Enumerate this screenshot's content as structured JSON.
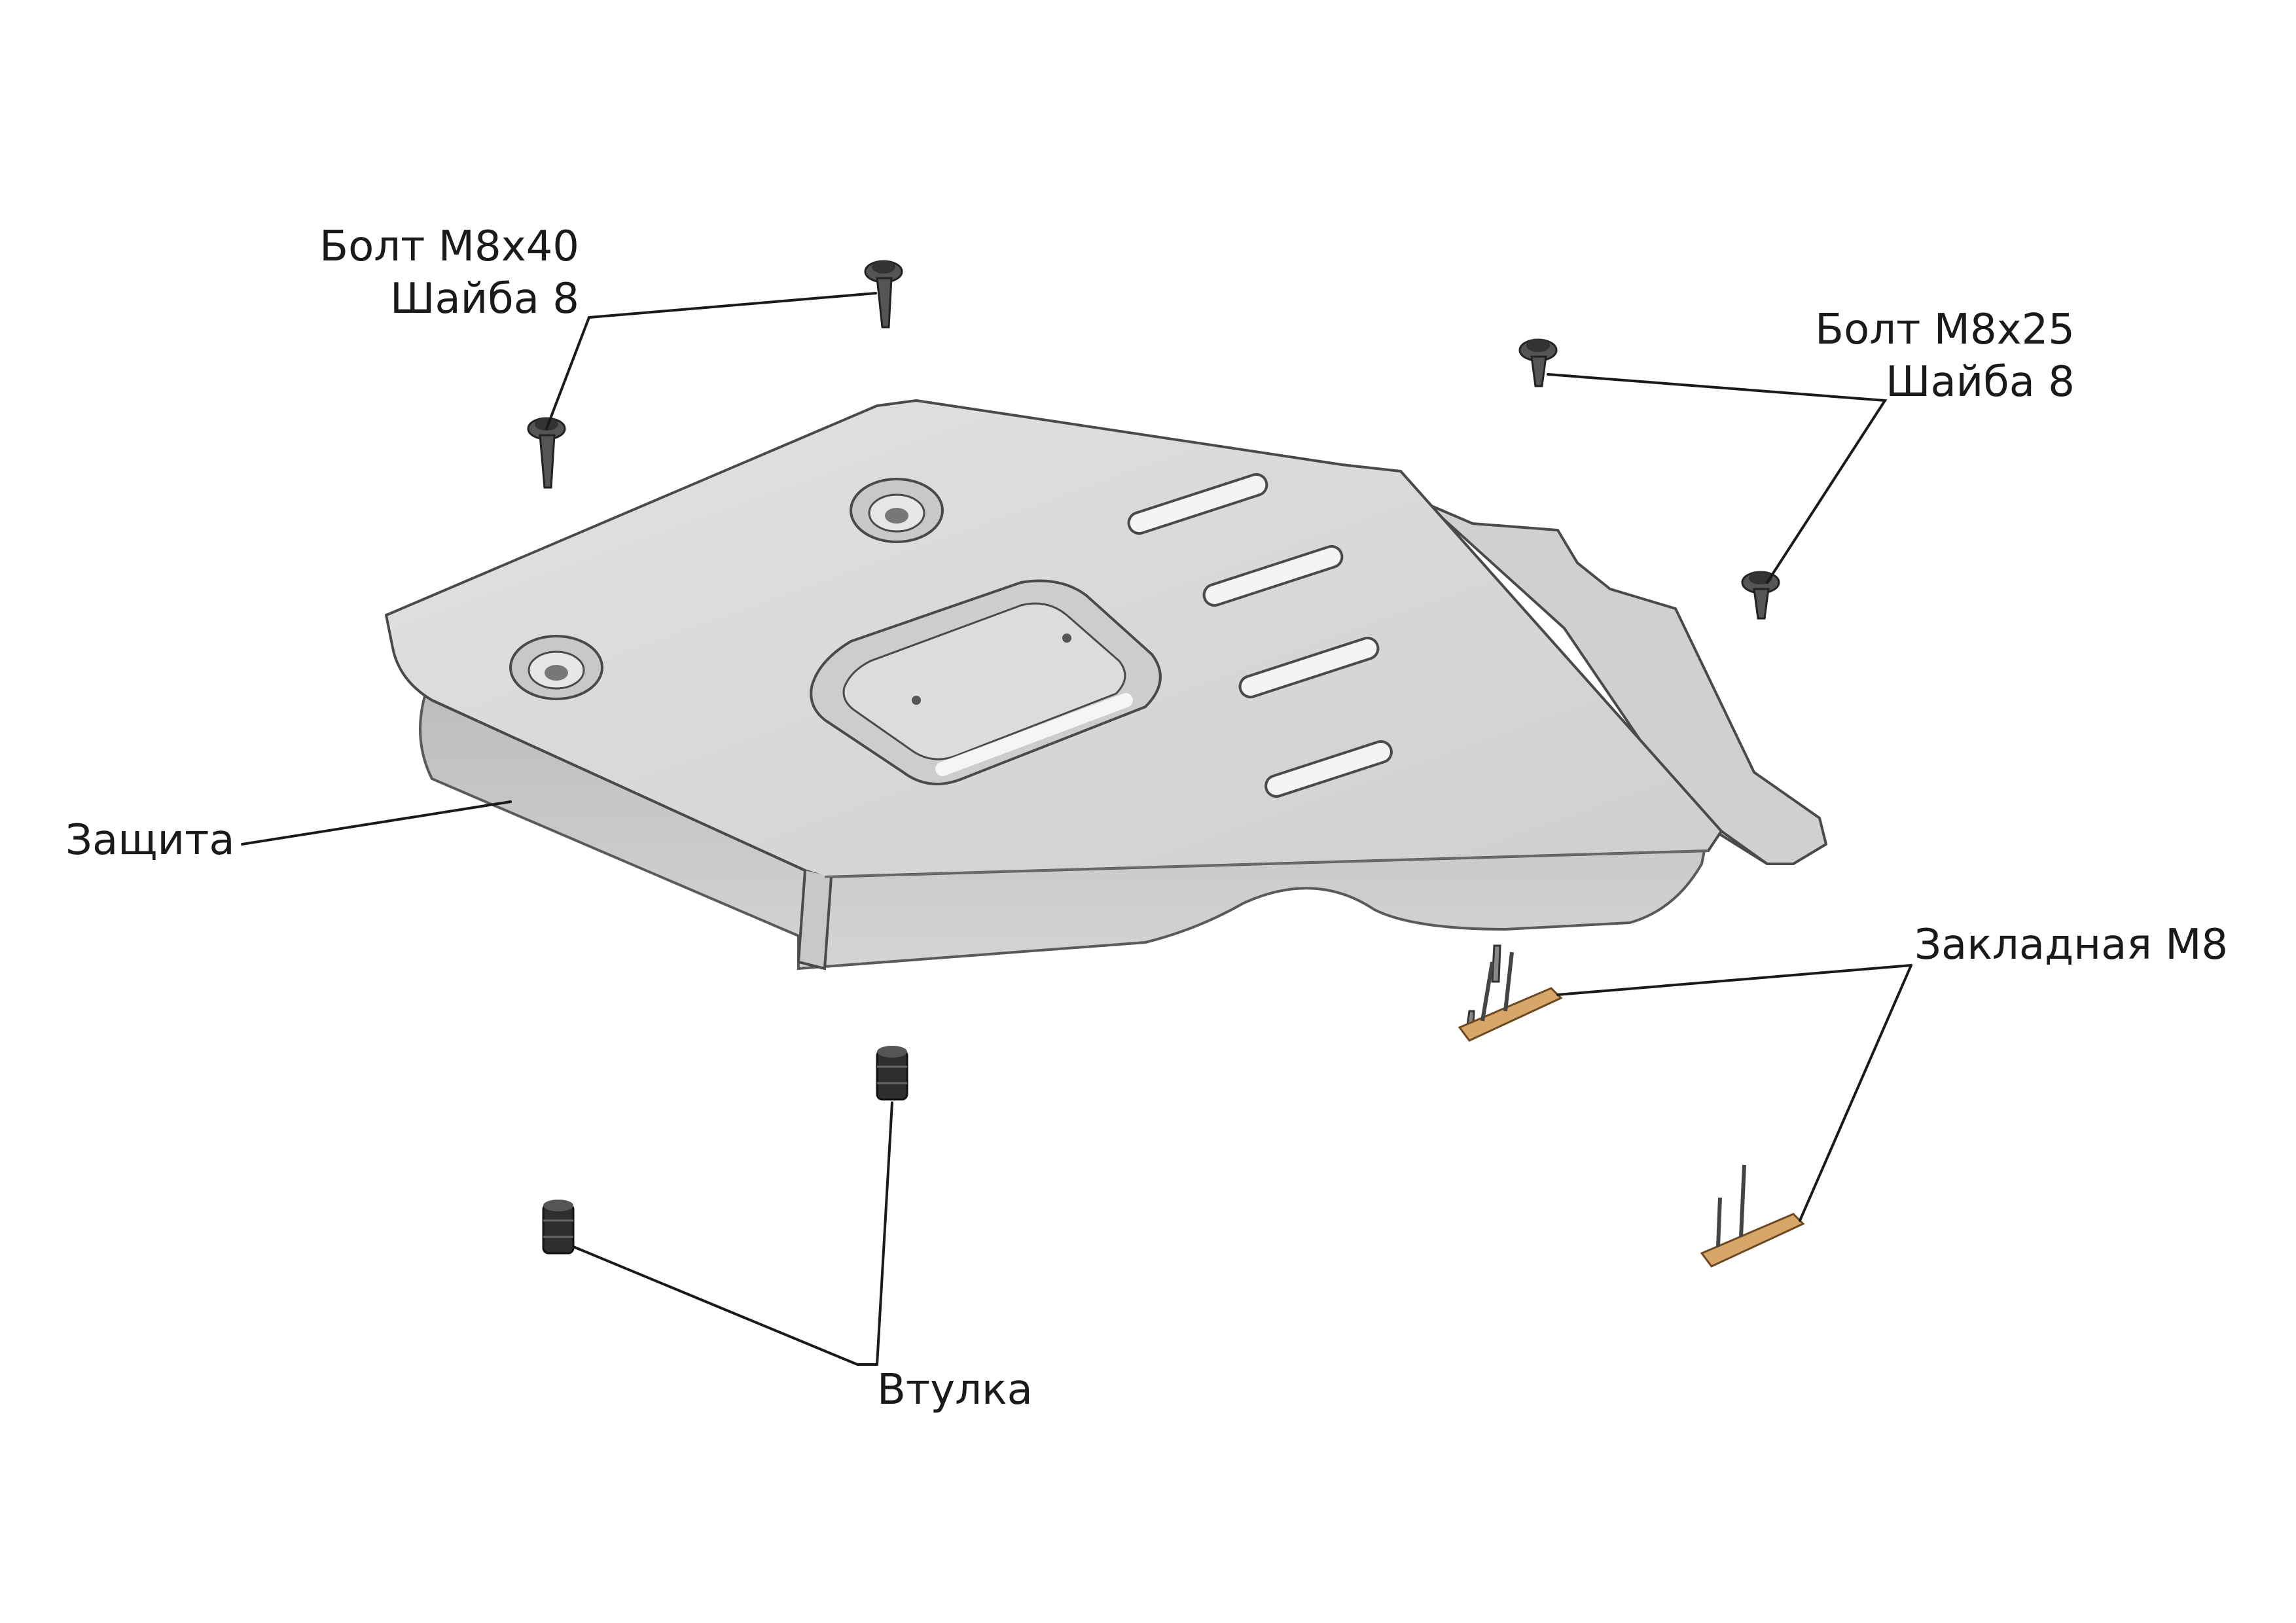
{
  "labels": {
    "bolt_m8x40": "Болт М8х40",
    "washer_left": "Шайба 8",
    "bolt_m8x25": "Болт М8х25",
    "washer_right": "Шайба 8",
    "guard": "Защита",
    "insert_m8": "Закладная М8",
    "bushing": "Втулка"
  },
  "colors": {
    "plate_top": "#d6d6d6",
    "plate_side": "#c2c2c2",
    "outline": "#4a4a4a",
    "insert": "#d9a66a",
    "text": "#1a1a1a"
  }
}
